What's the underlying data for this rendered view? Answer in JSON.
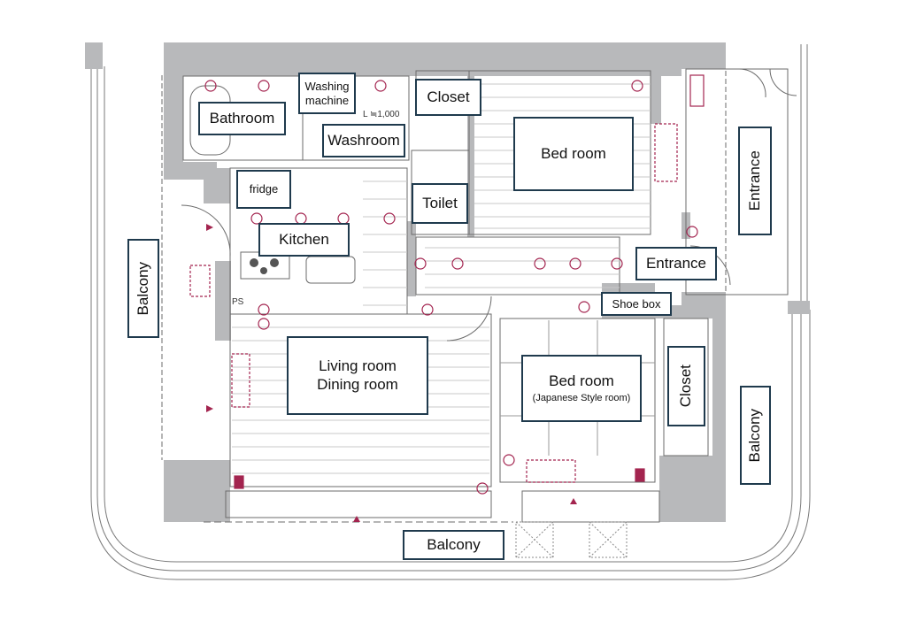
{
  "title": "Apartment floor plan",
  "colors": {
    "wall": "#b8b9bb",
    "line": "#6b6b6b",
    "fixture": "#a3244f",
    "label_border": "#1f3a4d"
  },
  "rooms": [
    {
      "id": "bathroom",
      "label": "Bathroom"
    },
    {
      "id": "washing-machine",
      "label": "Washing machine",
      "lines": [
        "Washing",
        "machine"
      ]
    },
    {
      "id": "washroom",
      "label": "Washroom"
    },
    {
      "id": "closet-north",
      "label": "Closet"
    },
    {
      "id": "bedroom-west",
      "label": "Bed room"
    },
    {
      "id": "fridge",
      "label": "fridge"
    },
    {
      "id": "toilet",
      "label": "Toilet"
    },
    {
      "id": "kitchen",
      "label": "Kitchen"
    },
    {
      "id": "entrance-hall",
      "label": "Entrance"
    },
    {
      "id": "entrance-outside",
      "label": "Entrance"
    },
    {
      "id": "shoe-box",
      "label": "Shoe box"
    },
    {
      "id": "balcony-west",
      "label": "Balcony"
    },
    {
      "id": "living-dining",
      "label": "Living room Dining room",
      "lines": [
        "Living room",
        "Dining room"
      ]
    },
    {
      "id": "bedroom-japanese",
      "label": "Bed room",
      "sublabel": "(Japanese Style room)"
    },
    {
      "id": "closet-east",
      "label": "Closet"
    },
    {
      "id": "balcony-east",
      "label": "Balcony"
    },
    {
      "id": "balcony-south",
      "label": "Balcony"
    }
  ],
  "annotations": {
    "washer_dim": "L ≒1,000",
    "ps": "PS"
  }
}
